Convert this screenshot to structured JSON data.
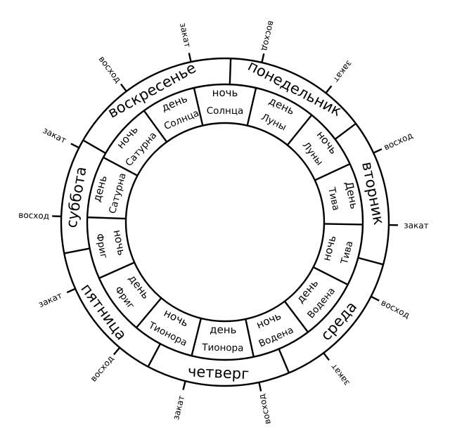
{
  "days": [
    {
      "label": "воскресенье",
      "start": -60,
      "end": 2
    },
    {
      "label": "понедельник",
      "start": 2,
      "end": 53
    },
    {
      "label": "вторник",
      "start": 53,
      "end": 105
    },
    {
      "label": "среда",
      "start": 105,
      "end": 157
    },
    {
      "label": "четверг",
      "start": 157,
      "end": 208
    },
    {
      "label": "пятница",
      "start": 208,
      "end": 259
    },
    {
      "label": "суббота",
      "start": 259,
      "end": 300
    }
  ],
  "periods": [
    {
      "top": "ночь",
      "bottom": "Солнца",
      "mid": 0
    },
    {
      "top": "день",
      "bottom": "Луны",
      "mid": 26
    },
    {
      "top": "ночь",
      "bottom": "Луны",
      "mid": 52
    },
    {
      "top": "День",
      "bottom": "Тива",
      "mid": 78
    },
    {
      "top": "ночь",
      "bottom": "Тива",
      "mid": 104
    },
    {
      "top": "день",
      "bottom": "Водена",
      "mid": 130
    },
    {
      "top": "ночь",
      "bottom": "Водена",
      "mid": 156
    },
    {
      "top": "день",
      "bottom": "Тионора",
      "mid": 181
    },
    {
      "top": "ночь",
      "bottom": "Тионора",
      "mid": 207
    },
    {
      "top": "день",
      "bottom": "Фриг",
      "mid": 233
    },
    {
      "top": "ночь",
      "bottom": "Фриг",
      "mid": 259
    },
    {
      "top": "день",
      "bottom": "Сатурна",
      "mid": 285
    },
    {
      "top": "ночь",
      "bottom": "Сатурна",
      "mid": 311
    },
    {
      "top": "день",
      "bottom": "Солнца",
      "mid": 337
    }
  ],
  "marks": [
    {
      "label": "закат",
      "angle": -12
    },
    {
      "label": "восход",
      "angle": 13
    },
    {
      "label": "закат",
      "angle": 38
    },
    {
      "label": "восход",
      "angle": 65
    },
    {
      "label": "закат",
      "angle": 91
    },
    {
      "label": "восход",
      "angle": 117
    },
    {
      "label": "закат",
      "angle": 143
    },
    {
      "label": "восход",
      "angle": 168
    },
    {
      "label": "закат",
      "angle": 194
    },
    {
      "label": "восход",
      "angle": 220
    },
    {
      "label": "закат",
      "angle": 246
    },
    {
      "label": "восход",
      "angle": 272
    },
    {
      "label": "закат",
      "angle": 297
    },
    {
      "label": "восход",
      "angle": 323
    }
  ]
}
